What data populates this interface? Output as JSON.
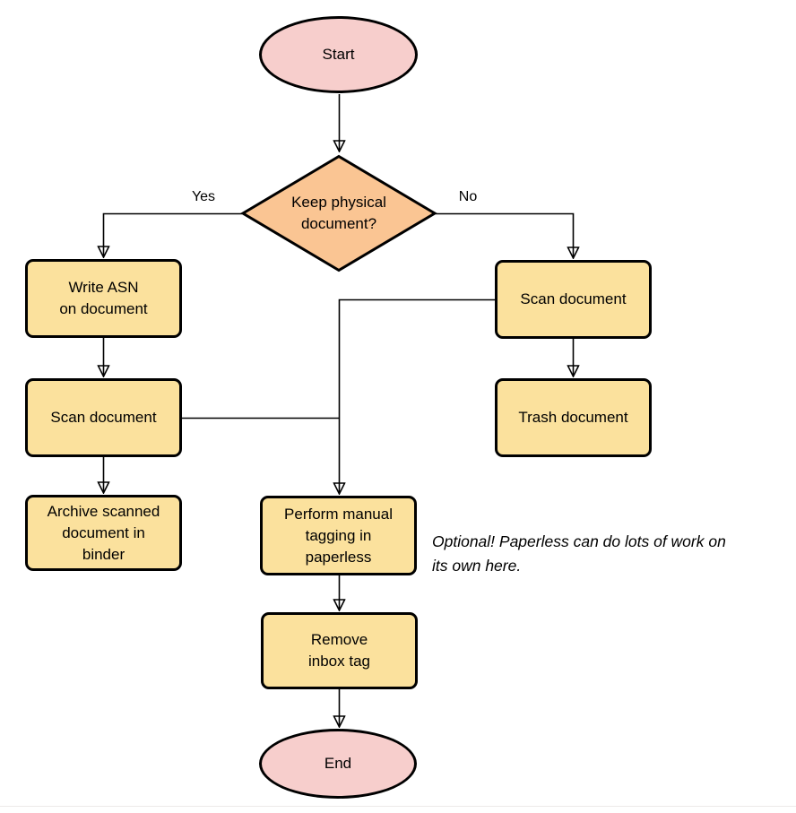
{
  "diagram": {
    "background_color": "#ffffff",
    "colors": {
      "terminal_fill": "#F7CECC",
      "decision_fill": "#FAC593",
      "process_fill": "#FBE19D",
      "stroke": "#000000"
    },
    "nodes": {
      "start": {
        "type": "terminal",
        "label": "Start"
      },
      "decision": {
        "type": "decision",
        "label": "Keep physical\ndocument?"
      },
      "write_asn": {
        "type": "process",
        "label": "Write ASN\non document"
      },
      "scan_left": {
        "type": "process",
        "label": "Scan document"
      },
      "archive": {
        "type": "process",
        "label": "Archive scanned\ndocument in\nbinder"
      },
      "scan_right": {
        "type": "process",
        "label": "Scan document"
      },
      "trash": {
        "type": "process",
        "label": "Trash document"
      },
      "tagging": {
        "type": "process",
        "label": "Perform manual\ntagging in\npaperless"
      },
      "remove_inbox": {
        "type": "process",
        "label": "Remove\ninbox tag"
      },
      "end": {
        "type": "terminal",
        "label": "End"
      }
    },
    "edge_labels": {
      "yes": "Yes",
      "no": "No"
    },
    "annotation": "Optional! Paperless can do lots of work on\nits own here."
  }
}
